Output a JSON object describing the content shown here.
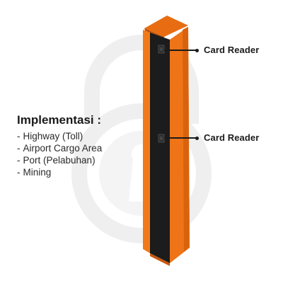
{
  "callouts": [
    {
      "label": "Card Reader"
    },
    {
      "label": "Card Reader"
    }
  ],
  "implementation": {
    "title": "Implementasi :",
    "items": [
      "Highway (Toll)",
      "Airport Cargo Area",
      "Port (Pelabuhan)",
      "Mining"
    ]
  },
  "colors": {
    "body_orange": "#f07a1a",
    "side_orange": "#d9630d",
    "panel_black": "#1c1c1c",
    "watermark": "#eeeeee",
    "text": "#1a1a1a"
  }
}
